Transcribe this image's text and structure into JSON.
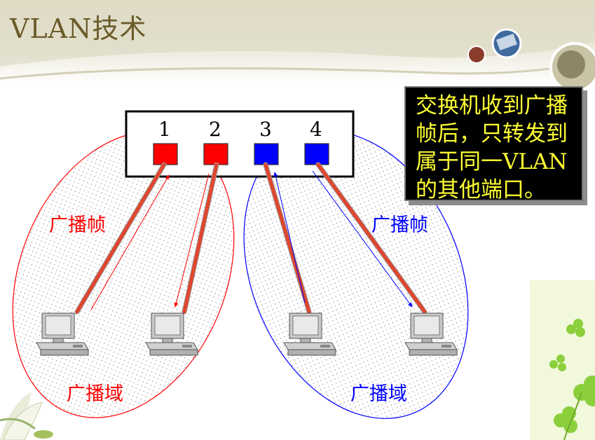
{
  "title": "VLAN技术",
  "callout": {
    "line1": "交换机收到广播",
    "line2": "帧后，只转发到",
    "line3": "属于同一VLAN",
    "line4": "的其他端口。"
  },
  "switch": {
    "ports": [
      {
        "label": "1",
        "color": "#ff0000",
        "vlan": "red"
      },
      {
        "label": "2",
        "color": "#ff0000",
        "vlan": "red"
      },
      {
        "label": "3",
        "color": "#0000ff",
        "vlan": "blue"
      },
      {
        "label": "4",
        "color": "#0000ff",
        "vlan": "blue"
      }
    ]
  },
  "left_domain": {
    "frame_label": "广播帧",
    "domain_label": "广播域",
    "color": "#ff0000"
  },
  "right_domain": {
    "frame_label": "广播帧",
    "domain_label": "广播域",
    "color": "#0000ff"
  },
  "link_color": "#e0462e",
  "icons": [
    "computer-icon",
    "computer-icon",
    "computer-icon",
    "computer-icon"
  ]
}
